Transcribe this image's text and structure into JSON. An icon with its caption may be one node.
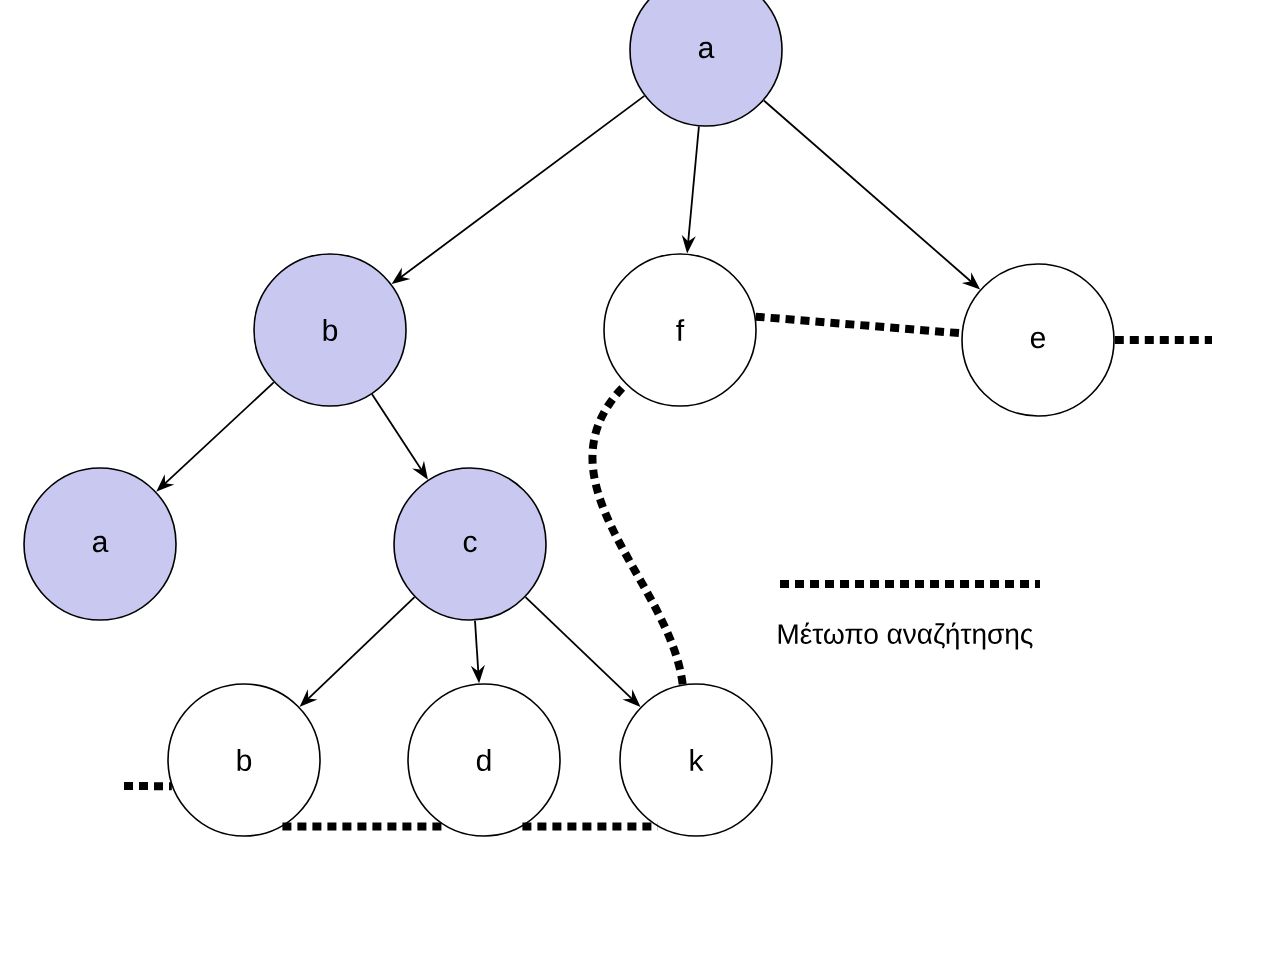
{
  "diagram": {
    "nodes": [
      {
        "text": [
          "a"
        ]
      },
      {
        "text": [
          "b"
        ]
      },
      {
        "text": [
          "f"
        ]
      },
      {
        "text": [
          "e"
        ]
      },
      {
        "text": [
          "a"
        ]
      },
      {
        "text": [
          "c"
        ]
      },
      {
        "text": [
          "b"
        ]
      },
      {
        "text": [
          "d"
        ]
      },
      {
        "text": [
          "k"
        ]
      }
    ],
    "edges": [
      {
        "from": 0,
        "to": 1,
        "arrow": "to"
      },
      {
        "from": 0,
        "to": 2,
        "arrow": "to"
      },
      {
        "from": 0,
        "to": 3,
        "arrow": "to"
      },
      {
        "from": 1,
        "to": 4,
        "arrow": "to"
      },
      {
        "from": 1,
        "to": 5,
        "arrow": "to"
      },
      {
        "from": 5,
        "to": 6,
        "arrow": "to"
      },
      {
        "from": 5,
        "to": 7,
        "arrow": "to"
      },
      {
        "from": 5,
        "to": 8,
        "arrow": "to"
      },
      {
        "from": null,
        "to": 6,
        "arrow": "none",
        "style": "dashed"
      },
      {
        "from": 6,
        "to": 7,
        "arrow": "none",
        "style": "dashed"
      },
      {
        "from": 7,
        "to": 8,
        "arrow": "none",
        "style": "dashed"
      },
      {
        "from": 8,
        "to": 2,
        "arrow": "none",
        "style": "dashed"
      },
      {
        "from": 2,
        "to": 3,
        "arrow": "none",
        "style": "dashed"
      },
      {
        "from": 3,
        "to": null,
        "arrow": "none",
        "style": "dashed"
      }
    ],
    "legend": [
      {
        "text": "Μέτωπο αναζήτησης"
      }
    ]
  }
}
